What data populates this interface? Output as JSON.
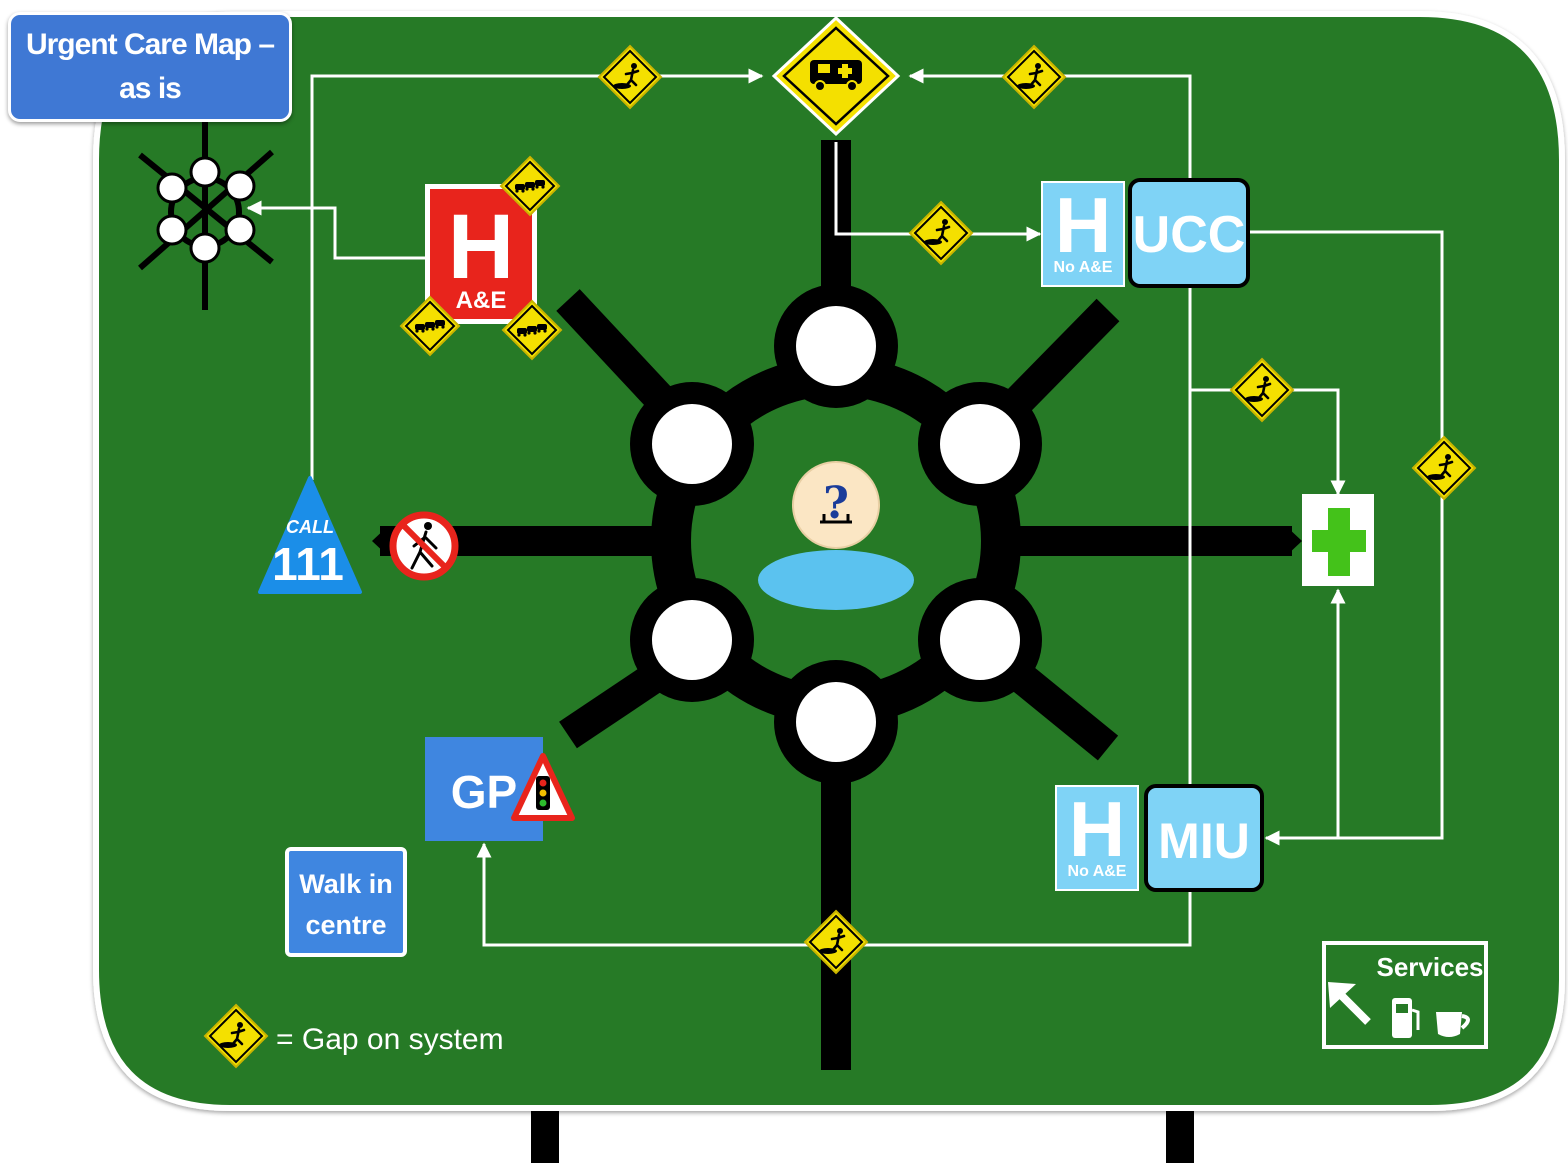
{
  "title": {
    "line1": "Urgent Care Map –",
    "line2": "as is"
  },
  "colors": {
    "board": "#267a26",
    "road": "#000000",
    "arrow": "#ffffff",
    "warning_sign": "#f7e000",
    "ae_red": "#e8241c",
    "light_blue": "#7fd3f6",
    "mid_blue": "#3f86e0",
    "pharmacy_green": "#44c21a",
    "call_blue": "#1b8ee8"
  },
  "nodes": {
    "ae": {
      "letter": "H",
      "label": "A&E"
    },
    "ucc": {
      "letter": "H",
      "sublabel": "No A&E",
      "label": "UCC"
    },
    "miu": {
      "letter": "H",
      "sublabel": "No A&E",
      "label": "MIU"
    },
    "gp": {
      "label": "GP"
    },
    "walk_in": {
      "line1": "Walk in",
      "line2": "centre"
    },
    "call": {
      "top": "CALL",
      "number": "111"
    },
    "services": {
      "label": "Services"
    }
  },
  "icons": {
    "ambulance": "ambulance-warning-icon",
    "gap": "gap-warning-icon",
    "traffic_jam": "traffic-queue-icon",
    "no_pedestrians": "no-pedestrians-icon",
    "traffic_lights": "traffic-light-warning-icon",
    "pharmacy": "pharmacy-cross-icon",
    "patient": "confused-patient-icon",
    "services_fuel": "fuel-pump-icon",
    "services_cafe": "coffee-cup-icon"
  },
  "legend": {
    "text": "= Gap on system"
  }
}
